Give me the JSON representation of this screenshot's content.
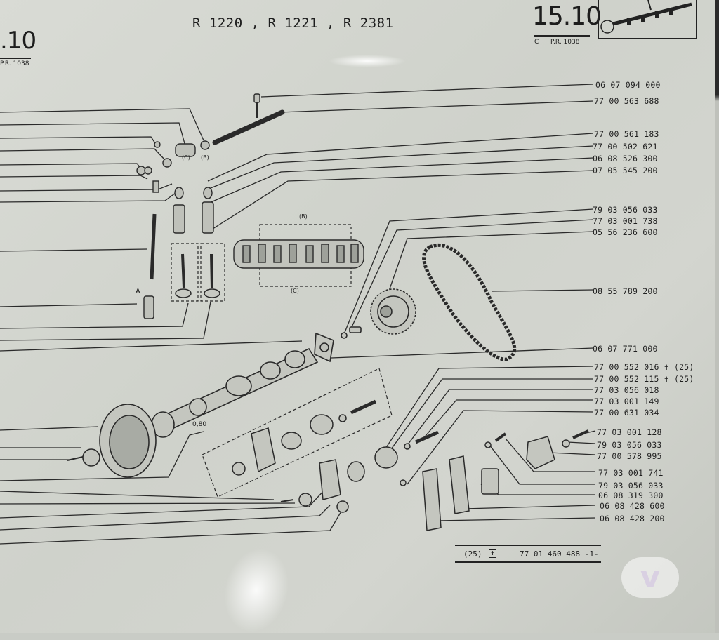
{
  "header": {
    "page_left": ".10",
    "page_left_ref": "P.R. 1038",
    "models": "R 1220 , R 1221 , R 2381",
    "page_number": "15.10",
    "page_ref_c": "C",
    "page_ref": "P.R. 1038"
  },
  "diagram": {
    "group_label_b": "(B)",
    "group_label_c": "(C)",
    "group_label_b2": "(B)",
    "group_label_c2": "(C)",
    "label_a": "A",
    "label_080": "0,80"
  },
  "part_references": [
    "06 07 094 000",
    "77 00 563 688",
    "77 00 561 183",
    "77 00 502 621",
    "06 08 526 300",
    "07 05 545 200",
    "79 03 056 033",
    "77 03 001 738",
    "05 56 236 600",
    "08 55 789 200",
    "06 07 771 000",
    "77 00 552 016 ✝ (25)",
    "77 00 552 115 ✝ (25)",
    "77 03 056 018",
    "77 03 001 149",
    "77 00 631 034",
    "77 03 001 128",
    "79 03 056 033",
    "77 00 578 995",
    "77 03 001 741",
    "79 03 056 033",
    "06 08 319 300",
    "06 08 428 600",
    "06 08 428 200"
  ],
  "footer": {
    "note_index": "(25)",
    "note_symbol": "✝",
    "note_ref": "77 01 460 488 -1-"
  },
  "watermark": "v"
}
